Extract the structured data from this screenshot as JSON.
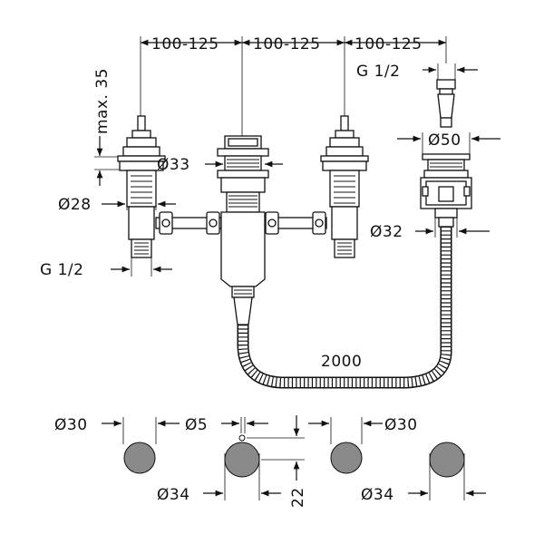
{
  "diagram": {
    "dims": {
      "spacing_1": "100-125",
      "spacing_2": "100-125",
      "spacing_3": "100-125",
      "max_height": "max. 35",
      "thread_top": "G 1/2",
      "thread_left": "G 1/2",
      "d33": "Ø33",
      "d28": "Ø28",
      "d50": "Ø50",
      "d32": "Ø32",
      "hose_length": "2000",
      "hole_d30_left": "Ø30",
      "hole_d5": "Ø5",
      "hole_d30_right": "Ø30",
      "hole_d34_left": "Ø34",
      "hole_d34_right": "Ø34",
      "offset_22": "22"
    },
    "colors": {
      "line": "#111111",
      "hole_fill": "#8a8a8a"
    }
  }
}
